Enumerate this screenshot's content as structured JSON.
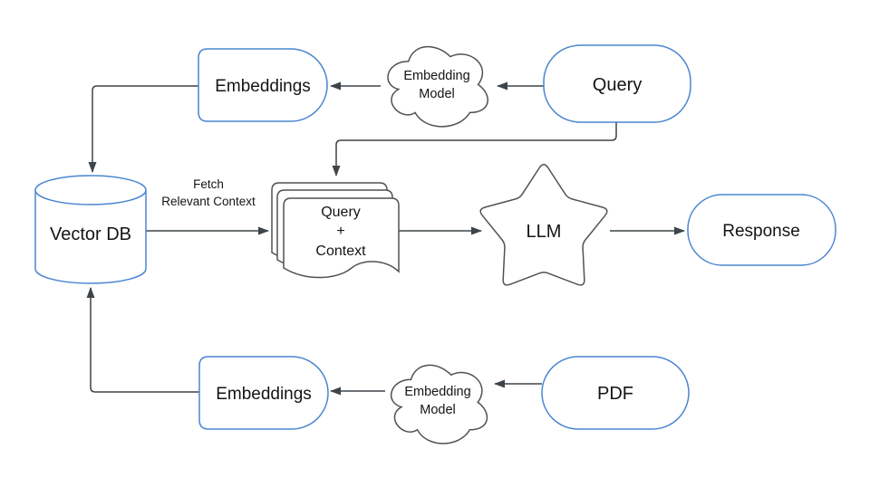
{
  "diagram": {
    "colors": {
      "background": "#ffffff",
      "blue_node_stroke": "#4a85d1",
      "gray_shape_stroke": "#4d5257",
      "connector": "#3e4449",
      "text": "#141414",
      "node_fill": "#ffffff"
    },
    "nodes": {
      "embeddings_top": {
        "shape": "terminator",
        "label": "Embeddings"
      },
      "embedding_model_top": {
        "shape": "cloud",
        "lines": [
          "Embedding",
          "Model"
        ]
      },
      "query": {
        "shape": "rounded-rectangle",
        "label": "Query"
      },
      "vector_db": {
        "shape": "cylinder",
        "label": "Vector DB"
      },
      "query_context": {
        "shape": "document-stack",
        "lines": [
          "Query",
          "+",
          "Context"
        ]
      },
      "llm": {
        "shape": "star",
        "label": "LLM"
      },
      "response": {
        "shape": "rounded-rectangle",
        "label": "Response"
      },
      "embeddings_bottom": {
        "shape": "terminator",
        "label": "Embeddings"
      },
      "embedding_model_bottom": {
        "shape": "cloud",
        "lines": [
          "Embedding",
          "Model"
        ]
      },
      "pdf": {
        "shape": "rounded-rectangle",
        "label": "PDF"
      }
    },
    "edge_labels": {
      "fetch_relevant_context": {
        "lines": [
          "Fetch",
          "Relevant Context"
        ]
      }
    }
  }
}
